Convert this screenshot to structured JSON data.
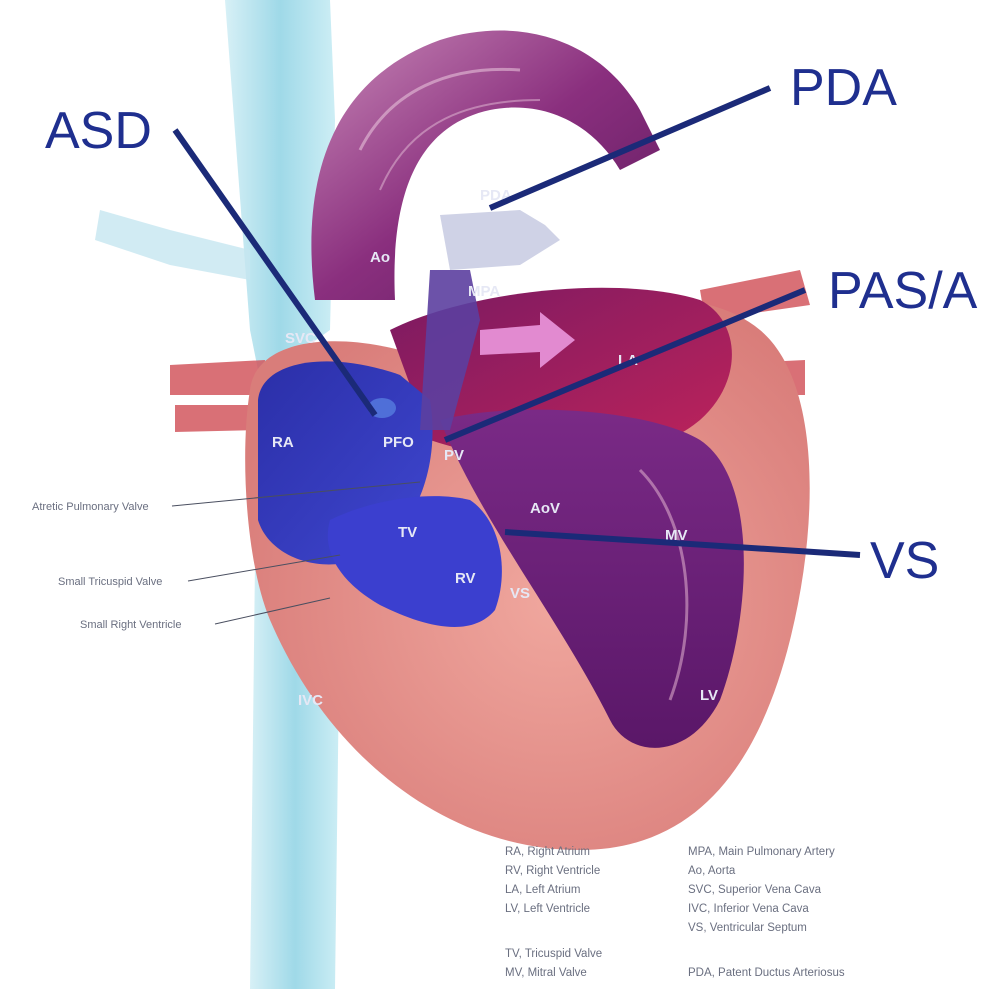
{
  "callouts": {
    "asd": "ASD",
    "pda": "PDA",
    "pasa": "PAS/A",
    "vs": "VS"
  },
  "structure_labels": {
    "pda": "PDA",
    "ao": "Ao",
    "mpa": "MPA",
    "svc": "SVC",
    "la": "LA",
    "ra": "RA",
    "pfo": "PFO",
    "pv": "PV",
    "aov": "AoV",
    "mv": "MV",
    "tv": "TV",
    "rv": "RV",
    "vs": "VS",
    "lv": "LV",
    "ivc": "IVC"
  },
  "side_labels": {
    "atretic_pulmonary_valve": "Atretic Pulmonary Valve",
    "small_tricuspid_valve": "Small Tricuspid Valve",
    "small_right_ventricle": "Small Right Ventricle"
  },
  "legend": {
    "left": [
      "RA, Right Atrium",
      "RV, Right Ventricle",
      "LA, Left Atrium",
      "LV, Left Ventricle",
      "TV, Tricuspid Valve",
      "MV, Mitral Valve"
    ],
    "right": [
      "MPA, Main Pulmonary Artery",
      "Ao, Aorta",
      "SVC, Superior Vena Cava",
      "IVC, Inferior Vena Cava",
      "VS, Ventricular Septum",
      "PDA, Patent Ductus Arteriosus"
    ]
  },
  "colors": {
    "callout_text": "#1f2f8f",
    "pointer_line": "#1b2a78",
    "right_heart": "#3a3fc0",
    "left_heart": "#6a1f72",
    "myocardium": "#e6948c",
    "vena_cava": "#bfe7f0"
  }
}
